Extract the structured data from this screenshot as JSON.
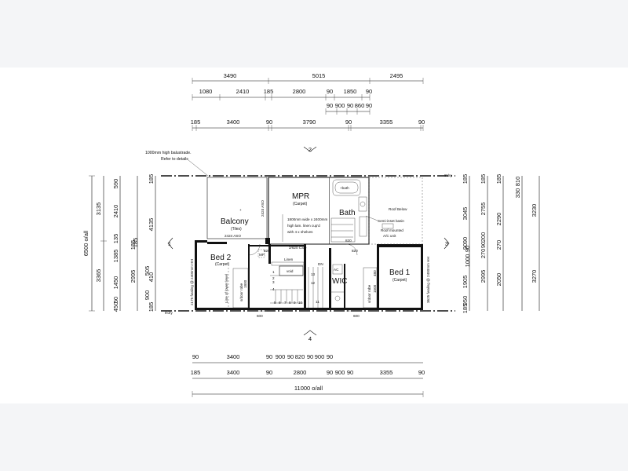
{
  "top_dims": {
    "row1": [
      "3490",
      "5015",
      "2495"
    ],
    "row2": [
      "1080",
      "2410",
      "185",
      "2800",
      "90",
      "1850",
      "90"
    ],
    "row3": [
      "90",
      "900",
      "90",
      "860",
      "90"
    ],
    "row4": [
      "185",
      "3400",
      "90",
      "3790",
      "90",
      "3355",
      "90"
    ]
  },
  "bottom_dims": {
    "row1": [
      "90",
      "3400",
      "90",
      "900",
      "90",
      "820",
      "90",
      "900",
      "90"
    ],
    "row2": [
      "185",
      "3400",
      "90",
      "2800",
      "90",
      "900",
      "90",
      "3355",
      "90"
    ],
    "overall": "11000 o/all"
  },
  "left_dims": {
    "overall": "6500 o/all",
    "outer": [
      "3135",
      "3365"
    ],
    "mid_a": [
      "590",
      "2410",
      "135",
      "1385",
      "1450",
      "50",
      "450"
    ],
    "mid_b": [
      "185",
      "2995",
      "4135",
      "410"
    ],
    "inner": [
      "185",
      "135",
      "185",
      "90",
      "505",
      "50",
      "900",
      "185"
    ]
  },
  "right_dims": {
    "inner": [
      "185",
      "3045",
      "90",
      "90",
      "1905",
      "950",
      "185"
    ],
    "mid_a": [
      "185",
      "2755",
      "200",
      "90",
      "1000",
      "90",
      "270"
    ],
    "mid_b": [
      "185",
      "2290",
      "270",
      "2050",
      "2995"
    ],
    "outer": [
      "810",
      "330",
      "3230",
      "3270"
    ]
  },
  "section_markers": [
    "2",
    "1",
    "3",
    "4"
  ],
  "rooms": {
    "mpr": {
      "name": "MPR",
      "finish": "(Carpet)"
    },
    "balcony": {
      "name": "Balcony",
      "finish": "(Tiles)"
    },
    "bed2": {
      "name": "Bed 2",
      "finish": "(Carpet)"
    },
    "bed1": {
      "name": "Bed 1",
      "finish": "(Carpet)"
    },
    "bath": {
      "name": "Bath"
    },
    "wic": {
      "name": "WIC"
    }
  },
  "notes": {
    "balustrade_1": "1000mm high balustrade.",
    "balustrade_2": "Refer to details",
    "linen_1": "1800mm wide x 2400mm",
    "linen_2": "high lam. linen cup'd",
    "linen_3": "with 4 x shelves",
    "roof_below": "Roof Below",
    "semi_inset": "Semi-inset basin",
    "roof_ac_1": "Roof mounted",
    "roof_ac_2": "A/C unit",
    "bath_label": "+bath",
    "linen": "Linen",
    "void": "void",
    "dn": "DN",
    "ac": "AC",
    "mp": "MP",
    "ceiling_left": "8'dry",
    "ceiling_right": "8'dry",
    "door_820a": "820",
    "door_820b": "820",
    "door_820c": "820",
    "csd": "2/620 CSD",
    "aso_1": "2424 ASO",
    "aso_2": "2424 ASO",
    "robe_1": "s/door robe",
    "robe_2": "s/door robe",
    "line_lower": "Line of lower level",
    "h1800": "1800",
    "h1500": "1500",
    "h480": "480",
    "w600a": "600",
    "w600b": "600",
    "fh_left": "2175 fwaling @ 2400mm HH",
    "fh_right": "3625 fwaling @ 2400mm HH",
    "stair_nums": [
      "1",
      "2",
      "3",
      "4",
      "5",
      "6",
      "7",
      "8",
      "9",
      "10",
      "11",
      "12",
      "13"
    ]
  }
}
